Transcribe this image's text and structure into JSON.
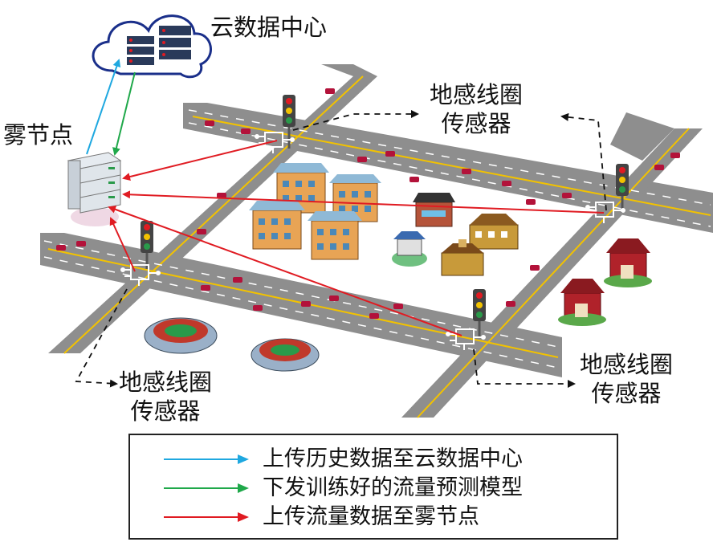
{
  "labels": {
    "cloud_center": "云数据中心",
    "fog_node": "雾节点",
    "sensor": "地感线圈传感器"
  },
  "sensor_label": {
    "line1": "地感线圈",
    "line2": "传感器"
  },
  "legend": {
    "items": [
      {
        "text": "上传历史数据至云数据中心",
        "color": "#1fa8e0"
      },
      {
        "text": "下发训练好的流量预测模型",
        "color": "#1fa84a"
      },
      {
        "text": "上传流量数据至雾节点",
        "color": "#e01b22"
      }
    ]
  },
  "colors": {
    "road": "#8e8e8e",
    "lane_mark": "#f2c200",
    "car": "#b3123a",
    "ground": "#ffffff"
  }
}
